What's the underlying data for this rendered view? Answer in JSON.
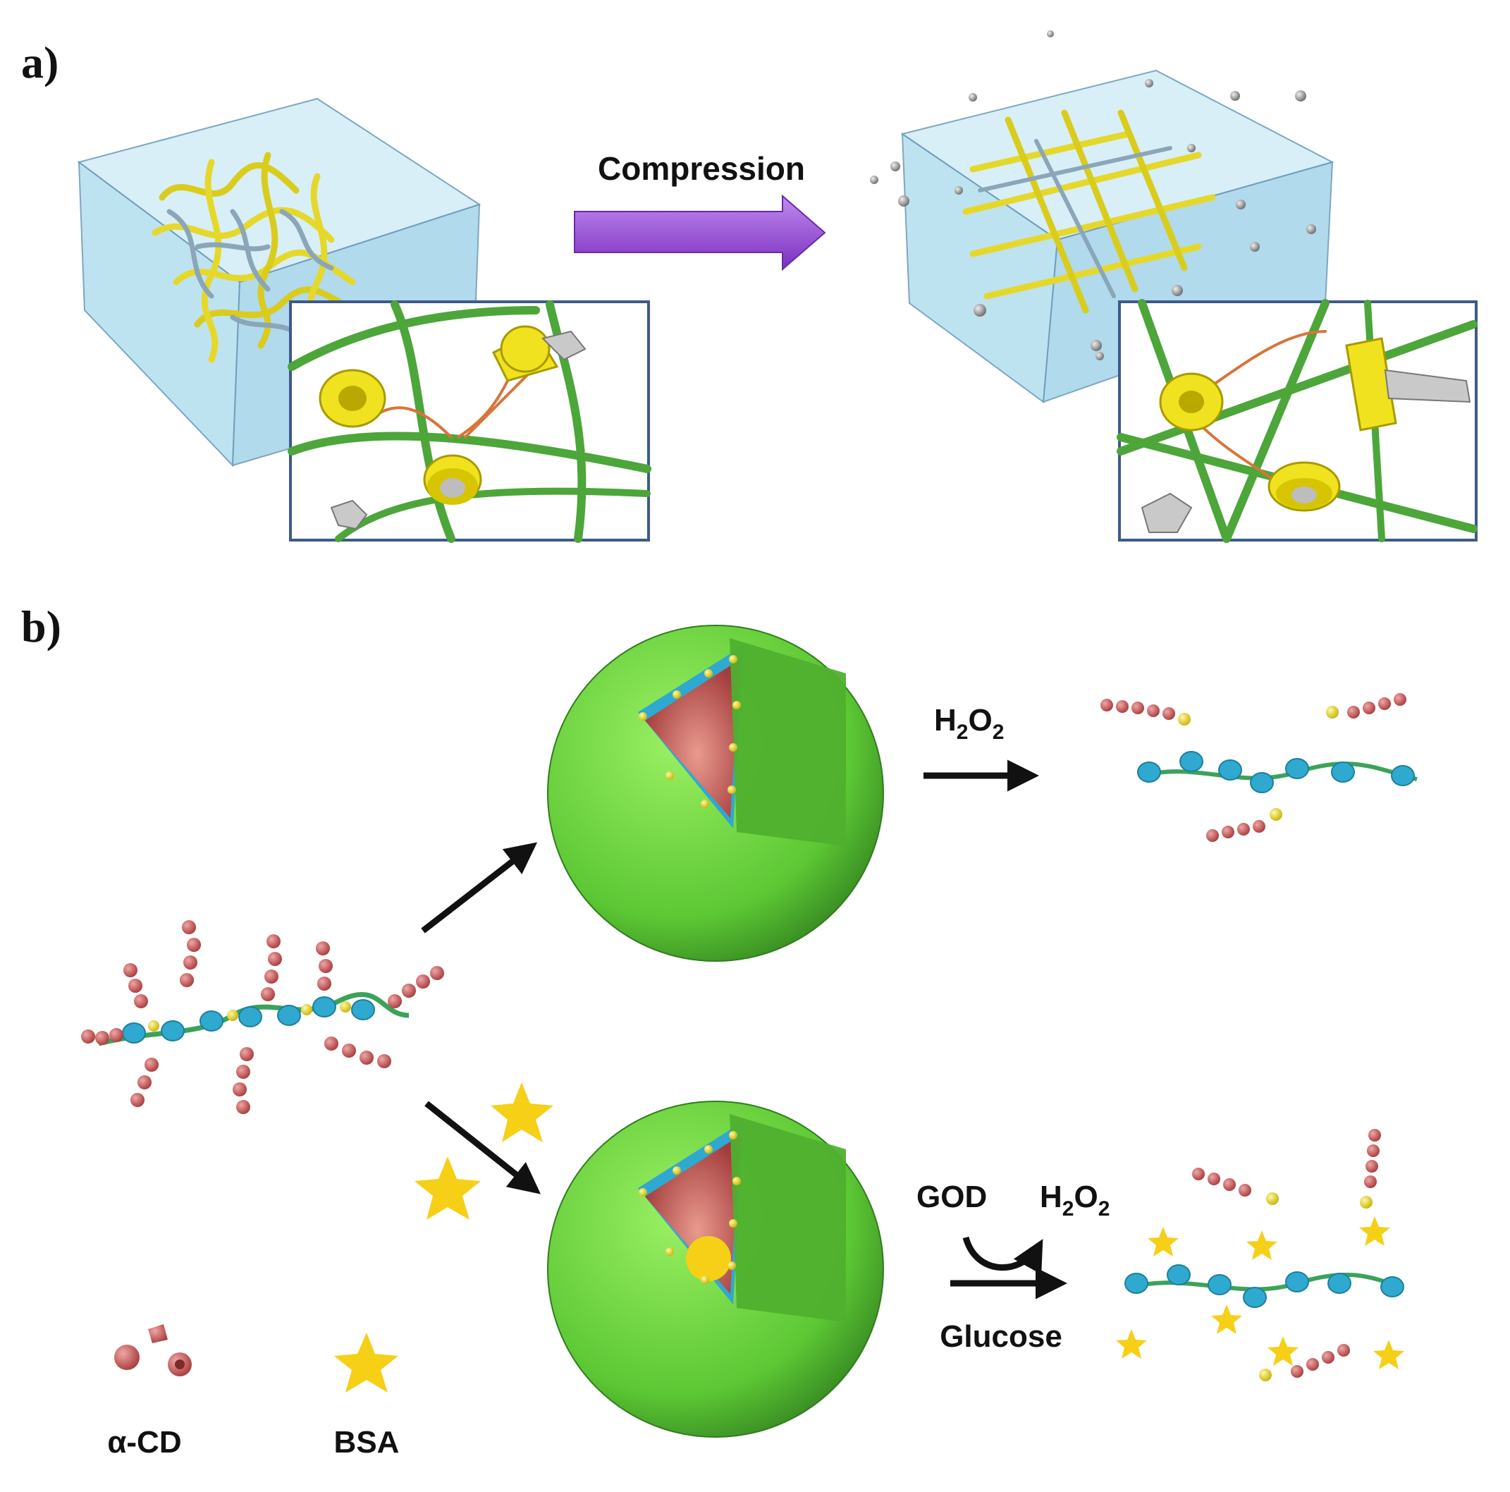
{
  "panels": {
    "a": {
      "label": "a)",
      "arrow_label": "Compression"
    },
    "b": {
      "label": "b)",
      "top_reaction": {
        "reagent": "H",
        "sub1": "2",
        "mid": "O",
        "sub2": "2"
      },
      "bottom_reaction": {
        "enzyme": "GOD",
        "product": {
          "main": "H",
          "sub1": "2",
          "mid": "O",
          "sub2": "2"
        },
        "substrate": "Glucose"
      },
      "legend": {
        "cd_label": "α-CD",
        "bsa_label": "BSA"
      }
    }
  },
  "colors": {
    "cube_fill": "#bfe4f2",
    "cube_edge": "#5e8fb0",
    "fiber_yellow": "#e6d82a",
    "fiber_blue": "#8aa6b8",
    "inset_green": "#4ca63a",
    "ring_yellow": "#f0e21e",
    "arrow_purple": "#9b4fd1",
    "sphere_green": "#6fd33f",
    "core_red": "#b44848",
    "shell_blue": "#2fa9cf",
    "star_yellow": "#f6cf17",
    "bead_red": "#c35a5a"
  }
}
